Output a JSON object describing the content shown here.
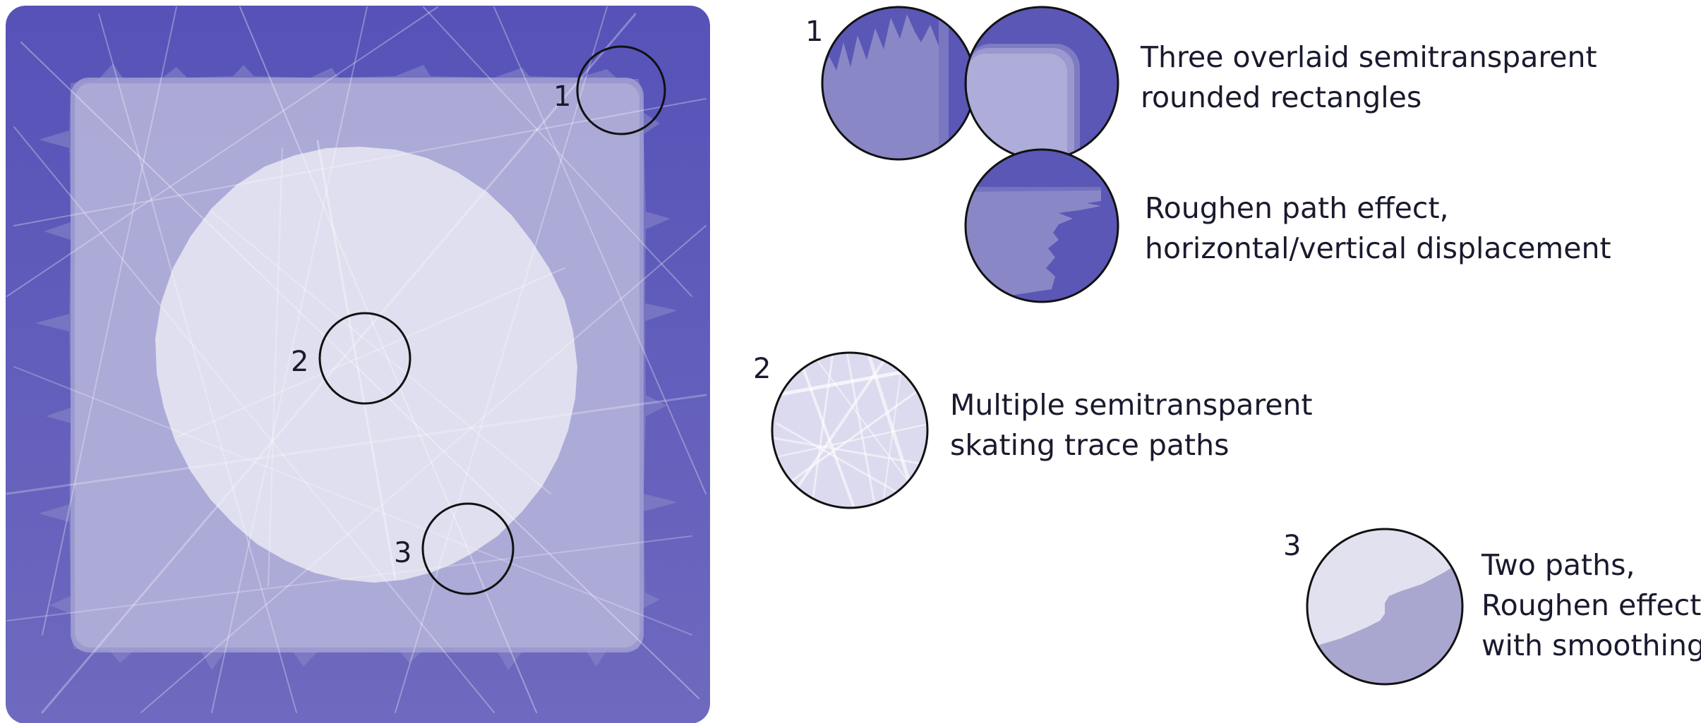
{
  "colors": {
    "background_blue": "#5b57b6",
    "rect_light": "#a9a7d2",
    "circle_fill": "#e4e3f1",
    "trace_white": "#ffffff",
    "outline": "#111111",
    "text": "#1a1a2e"
  },
  "callouts": {
    "c1": {
      "number": "1",
      "caption_line1": "Three overlaid semitransparent",
      "caption_line2": "rounded rectangles"
    },
    "c1b": {
      "caption_line1": "Roughen path effect,",
      "caption_line2": "horizontal/vertical displacement"
    },
    "c2": {
      "number": "2",
      "caption_line1": "Multiple semitransparent",
      "caption_line2": "skating trace paths"
    },
    "c3": {
      "number": "3",
      "caption_line1": "Two paths,",
      "caption_line2": "Roughen effect",
      "caption_line3": "with smoothing"
    }
  }
}
